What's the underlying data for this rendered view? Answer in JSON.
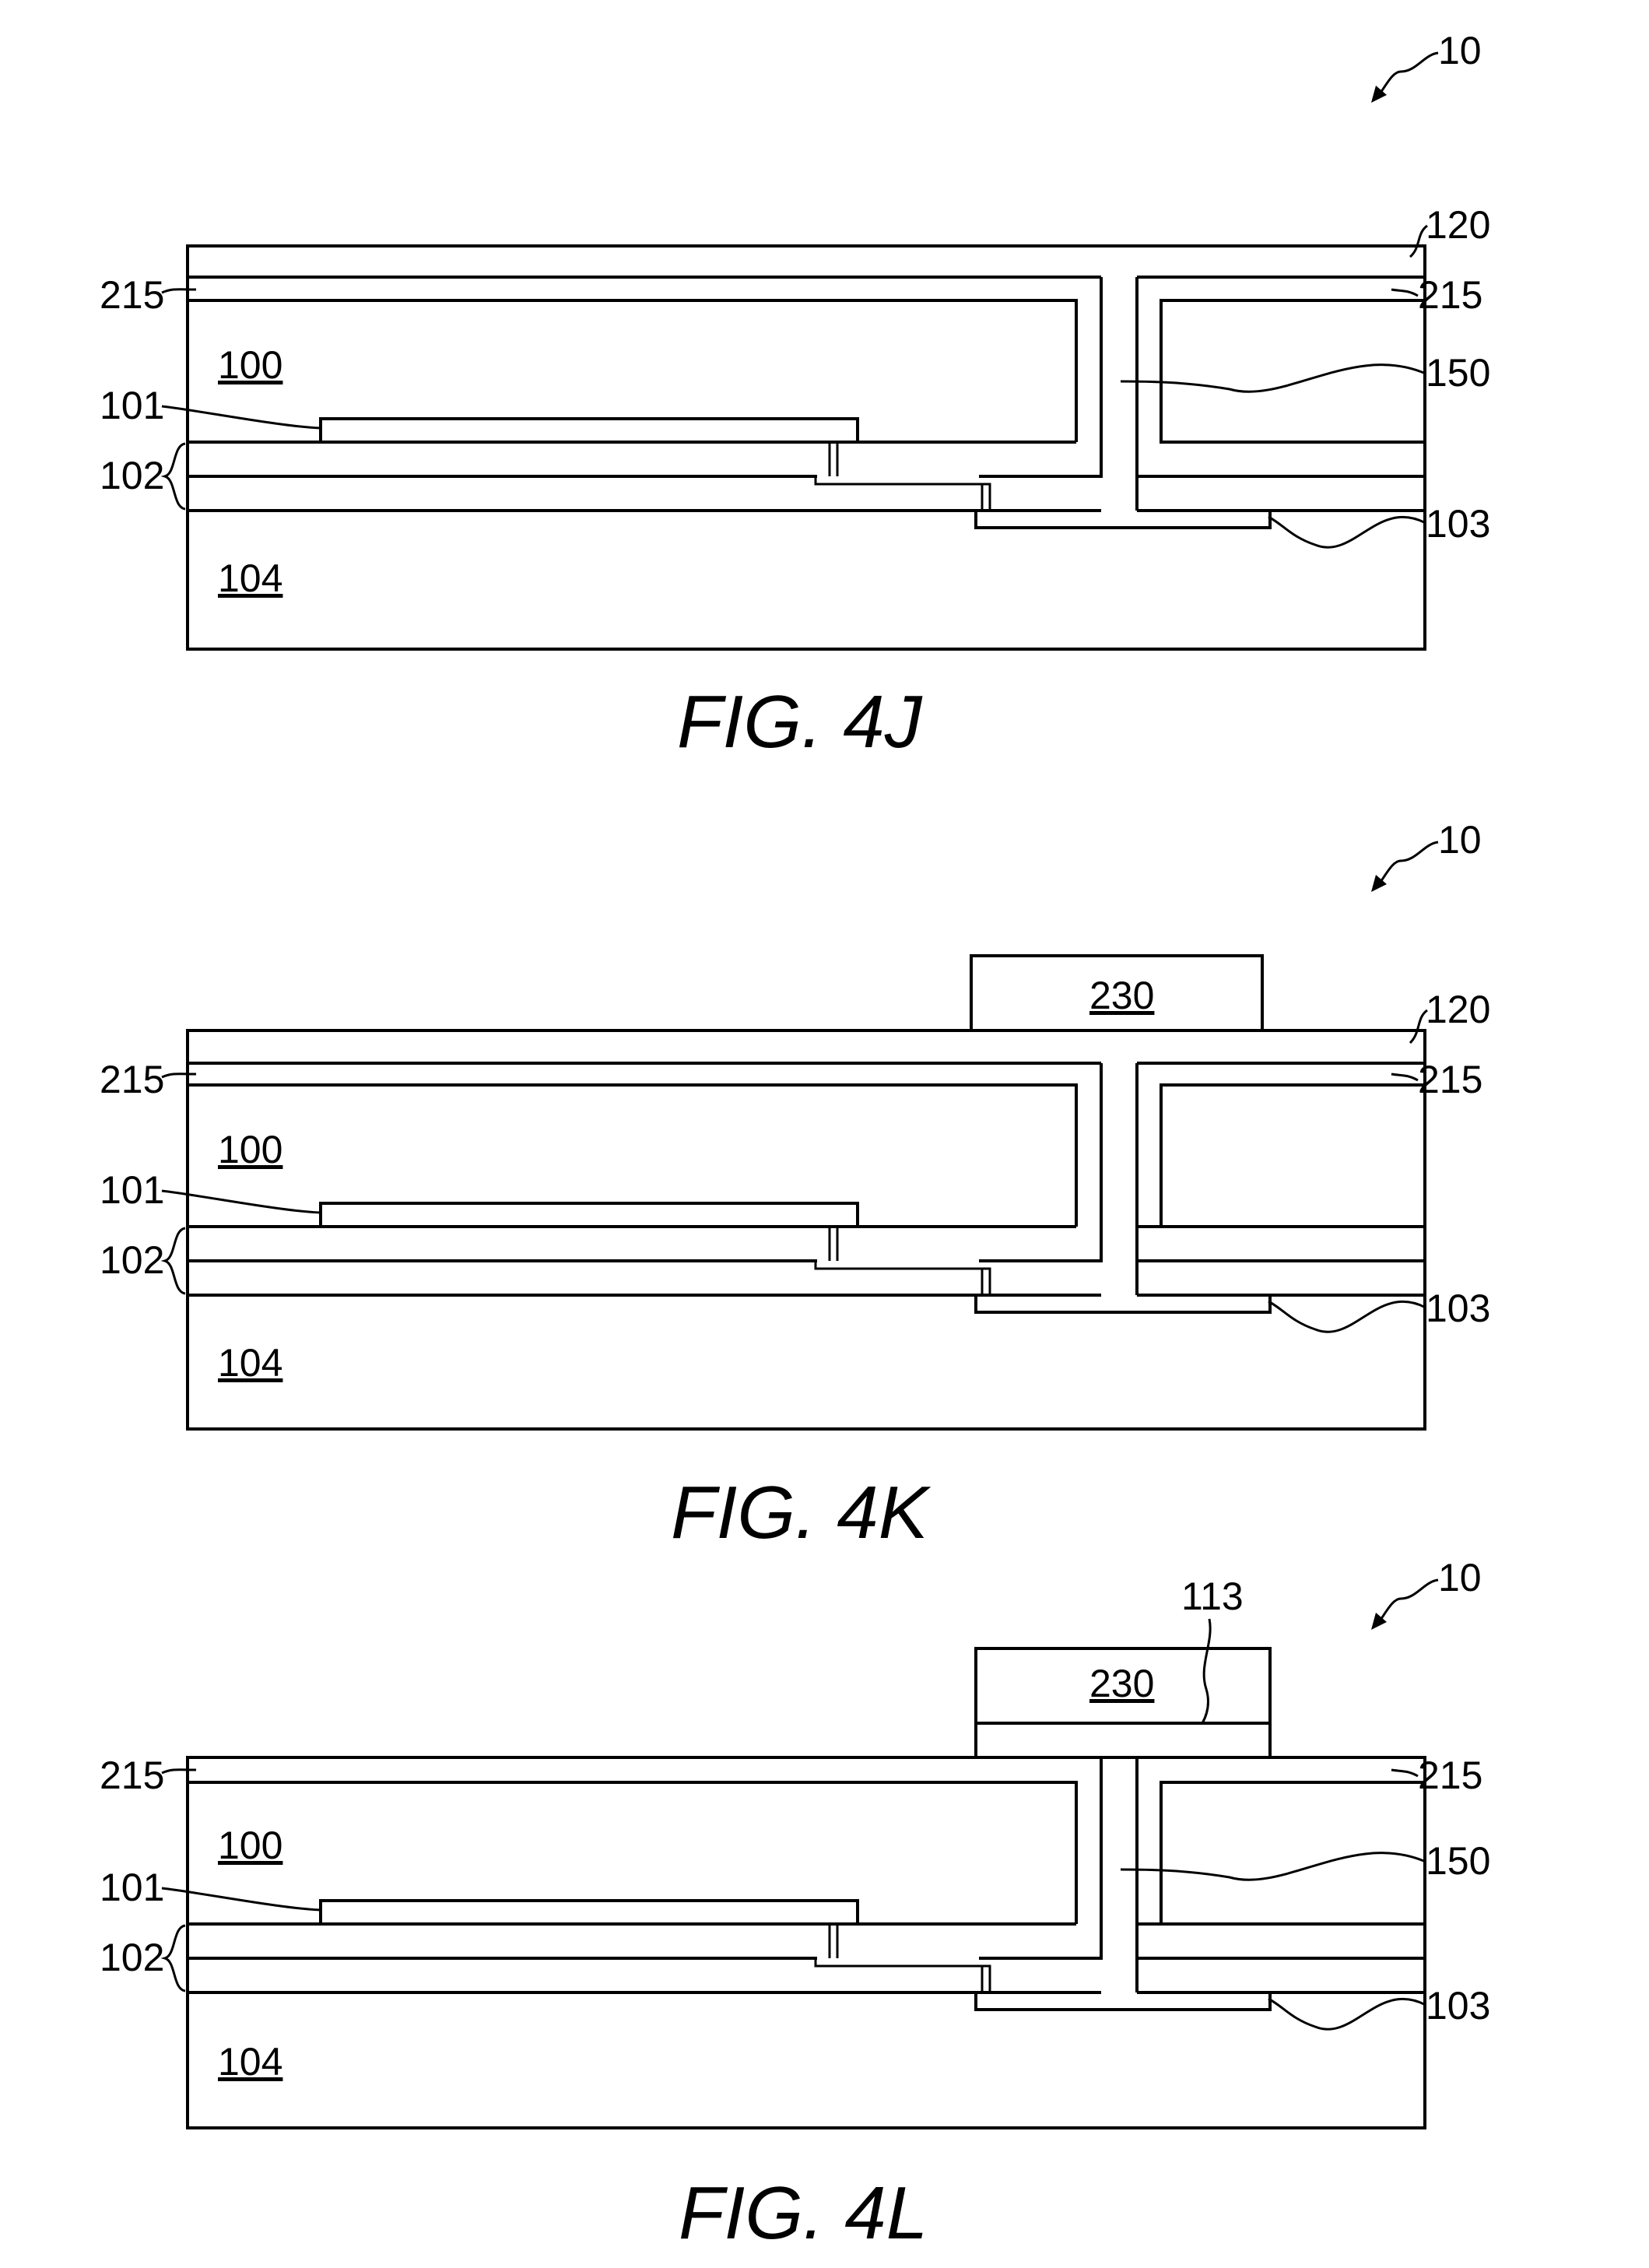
{
  "figures": [
    {
      "caption": "FIG. 4J",
      "assembly_ref": "10",
      "labels": {
        "layer_120": "120",
        "layer_215_left": "215",
        "layer_215_right": "215",
        "region_100": "100",
        "element_101": "101",
        "layer_102": "102",
        "via_150": "150",
        "pad_103": "103",
        "substrate_104": "104"
      }
    },
    {
      "caption": "FIG. 4K",
      "assembly_ref": "10",
      "labels": {
        "block_230": "230",
        "layer_120": "120",
        "layer_215_left": "215",
        "layer_215_right": "215",
        "region_100": "100",
        "element_101": "101",
        "layer_102": "102",
        "pad_103": "103",
        "substrate_104": "104"
      }
    },
    {
      "caption": "FIG. 4L",
      "assembly_ref": "10",
      "labels": {
        "interface_113": "113",
        "block_230": "230",
        "layer_215_left": "215",
        "layer_215_right": "215",
        "region_100": "100",
        "element_101": "101",
        "layer_102": "102",
        "via_150": "150",
        "pad_103": "103",
        "substrate_104": "104"
      }
    }
  ]
}
